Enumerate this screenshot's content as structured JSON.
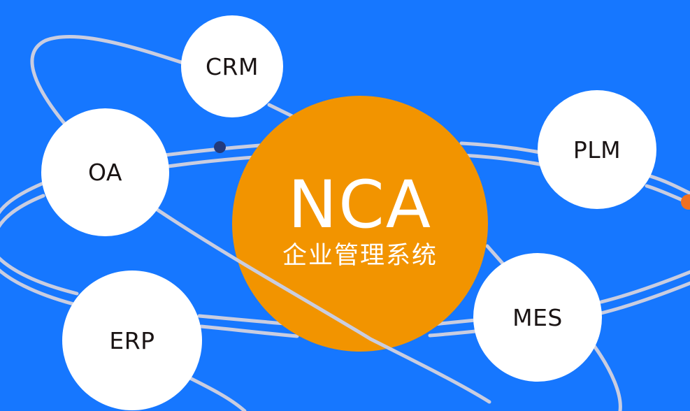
{
  "colors": {
    "background": "#1677FF",
    "orbit_line": "#C9CDE0",
    "center_fill": "#F29400",
    "node_fill": "#FFFFFF",
    "node_text": "#1A1414",
    "dot_navy": "#233A7A",
    "dot_orange": "#F07020"
  },
  "center": {
    "title": "NCA",
    "subtitle": "企业管理系统"
  },
  "nodes": [
    {
      "id": "crm",
      "label": "CRM"
    },
    {
      "id": "oa",
      "label": "OA"
    },
    {
      "id": "erp",
      "label": "ERP"
    },
    {
      "id": "plm",
      "label": "PLM"
    },
    {
      "id": "mes",
      "label": "MES"
    }
  ]
}
